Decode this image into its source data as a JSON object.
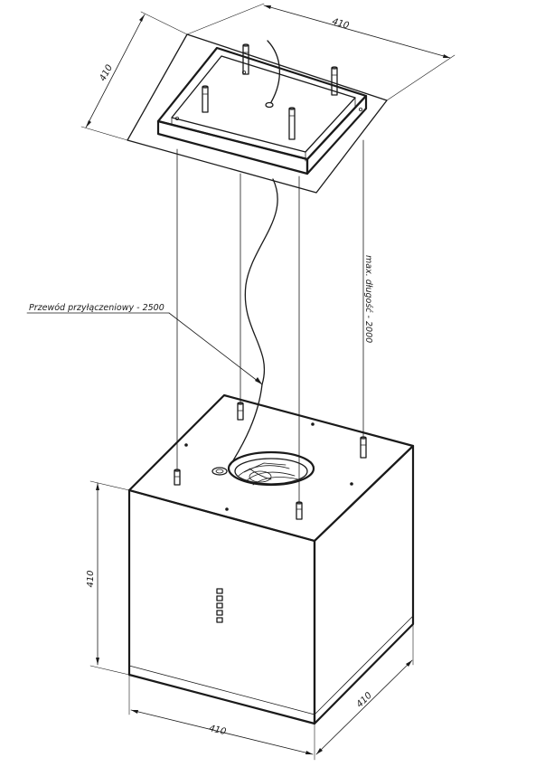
{
  "dimensions": {
    "plate_width": "410",
    "plate_depth": "410",
    "body_height": "410",
    "body_width": "410",
    "body_depth": "410"
  },
  "annotations": {
    "cable_label": "Przewód przyłączeniowy - 2500",
    "cable_max_length": "max. długość - 2000"
  }
}
